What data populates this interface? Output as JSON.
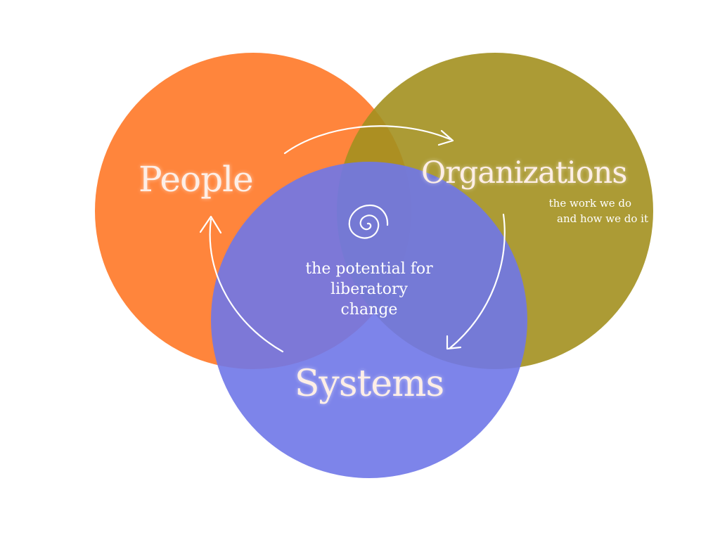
{
  "diagram": {
    "colors": {
      "people": "#ff7b2b",
      "organizations": "#a3901f",
      "systems": "#6f77e8",
      "text": "#fdeee6"
    },
    "people": {
      "label": "People"
    },
    "organizations": {
      "label": "Organizations",
      "sub_line_1": "the work we do",
      "sub_line_2": "and how we do it"
    },
    "systems": {
      "label": "Systems"
    },
    "center": {
      "icon": "spiral-icon",
      "line_1": "the potential for",
      "line_2": "liberatory",
      "line_3": "change"
    }
  }
}
